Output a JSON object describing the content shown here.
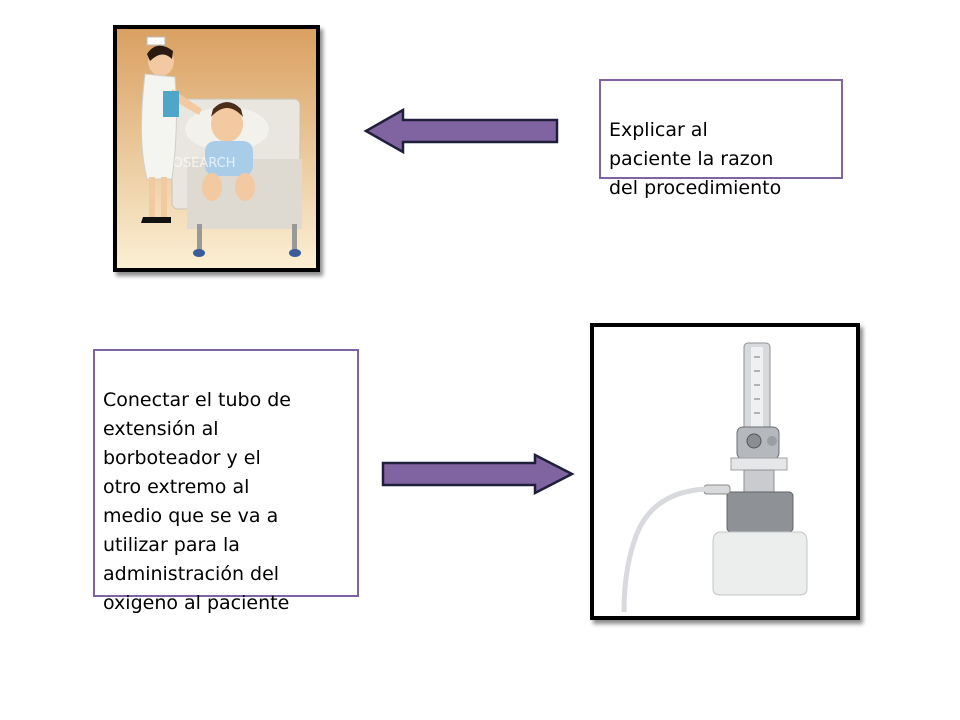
{
  "slide": {
    "step1": {
      "text": "Explicar al\npaciente la razon\ndel procedimiento",
      "image_watermark": "FOTOSEARCH"
    },
    "step2": {
      "text": "Conectar el tubo de\nextensión al\nborboteador y el\notro extremo al\nmedio que se va a\nutilizar para la\nadministración del\noxigeno al paciente"
    },
    "colors": {
      "arrow_fill": "#8064a2",
      "arrow_stroke": "#1f1f3a",
      "box_border": "#8064a2"
    }
  }
}
